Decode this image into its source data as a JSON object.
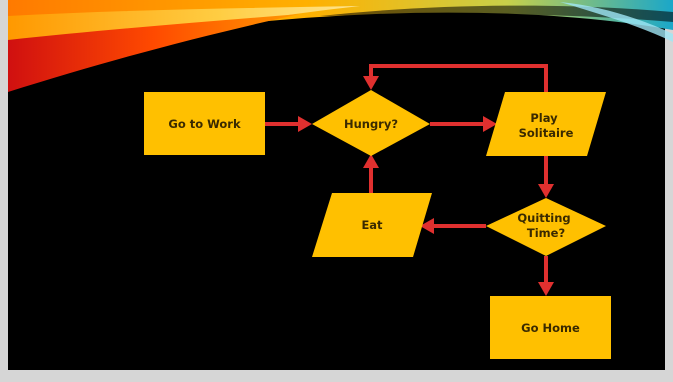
{
  "colors": {
    "background": "#000000",
    "frame": "#d6d6d6",
    "node_fill": "#FFC000",
    "node_text": "#3a2a00",
    "arrow": "#E0302F"
  },
  "nodes": {
    "go_to_work": "Go to Work",
    "hungry": "Hungry?",
    "play_solitaire": [
      "Play",
      "Solitaire"
    ],
    "eat": "Eat",
    "quitting_time": [
      "Quitting",
      "Time?"
    ],
    "go_home": "Go Home"
  }
}
